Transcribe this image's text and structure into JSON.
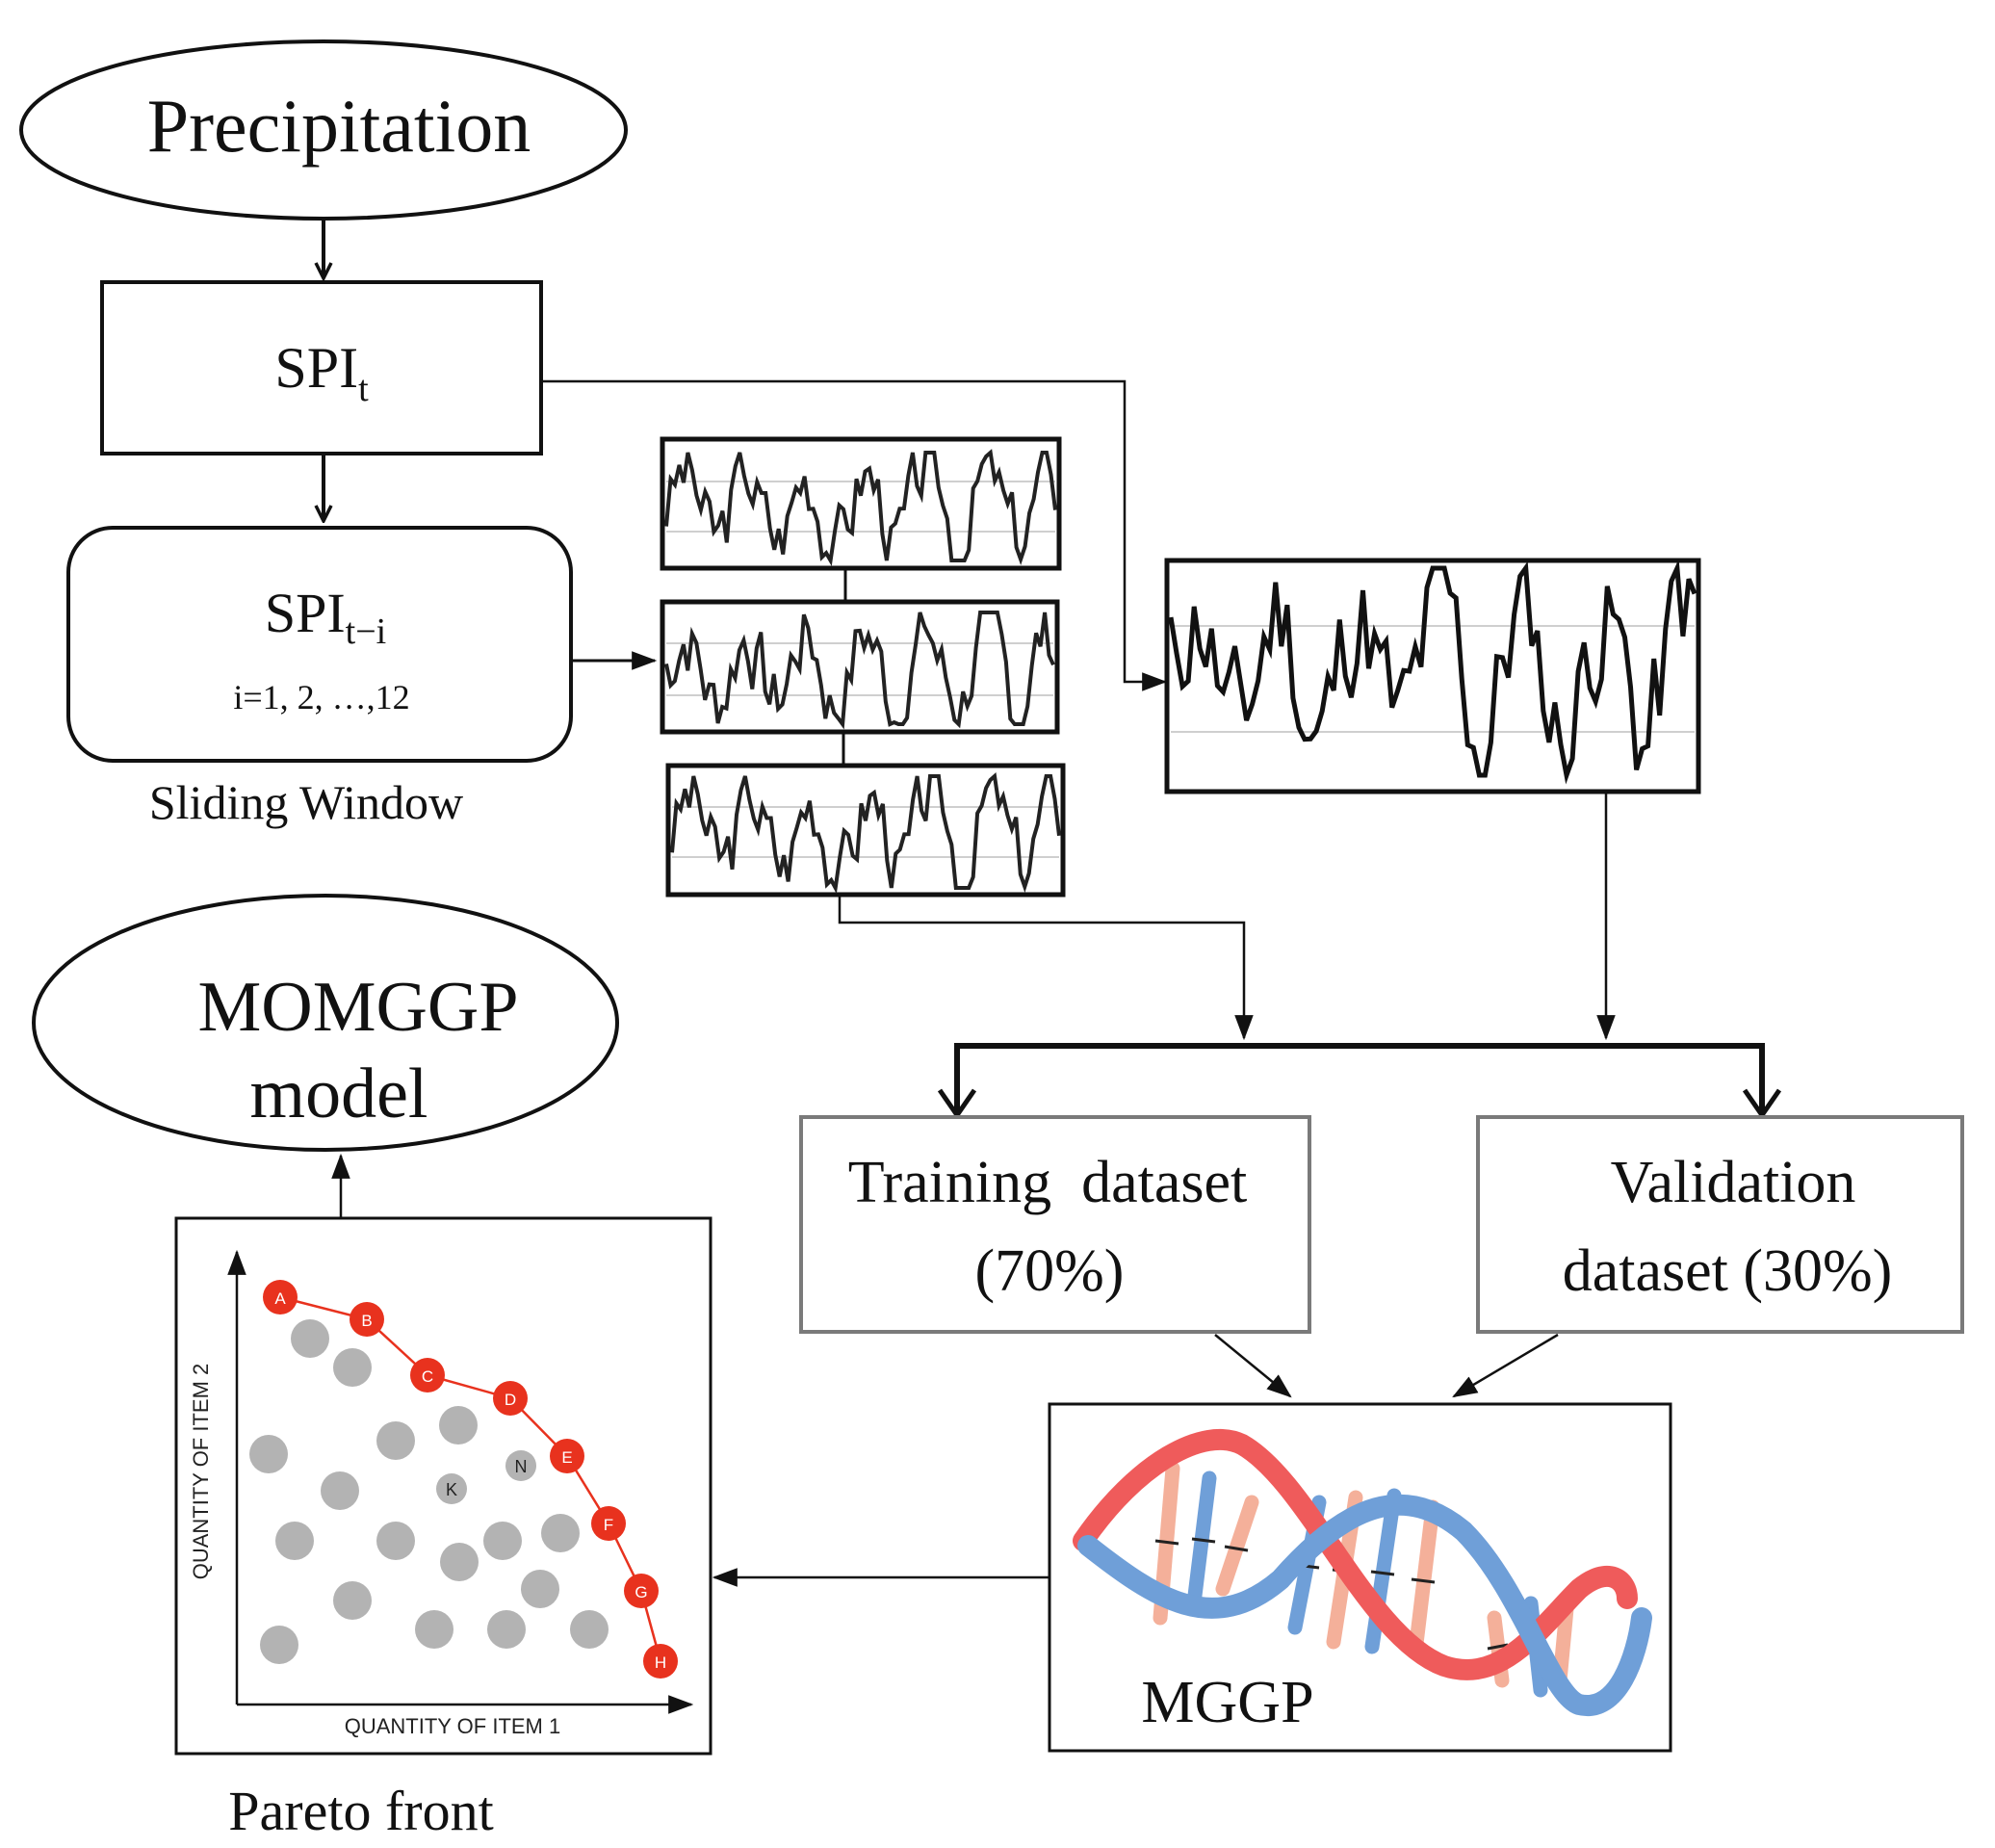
{
  "colors": {
    "line": "#111111",
    "box_border_gray": "#7a7a7a",
    "pareto_red": "#e8321e",
    "pareto_gray": "#b3b3b3",
    "dna_blue": "#6f9fd8",
    "dna_red": "#ef5b5b",
    "dna_peach": "#f4b09a"
  },
  "nodes": {
    "precipitation": {
      "label": "Precipitation"
    },
    "spi_t": {
      "base": "SPI",
      "sub": "t"
    },
    "spi_lag": {
      "base": "SPI",
      "sub": "t−i",
      "range": "i=1, 2, …,12",
      "caption": "Sliding Window"
    },
    "training": {
      "line1": "Training  dataset",
      "line2": "(70%)"
    },
    "validation": {
      "line1": "Validation",
      "line2": "dataset (30%)"
    },
    "mggp": {
      "label": "MGGP",
      "icon": "dna-helix-icon"
    },
    "pareto": {
      "caption": "Pareto front",
      "xlabel": "QUANTITY OF ITEM 1",
      "ylabel": "QUANTITY OF ITEM 2",
      "front_points": [
        "A",
        "B",
        "C",
        "D",
        "E",
        "F",
        "G",
        "H"
      ],
      "labeled_gray_points": [
        "K",
        "N"
      ]
    },
    "momggp": {
      "line1": "MOMGGP",
      "line2": "model"
    }
  }
}
